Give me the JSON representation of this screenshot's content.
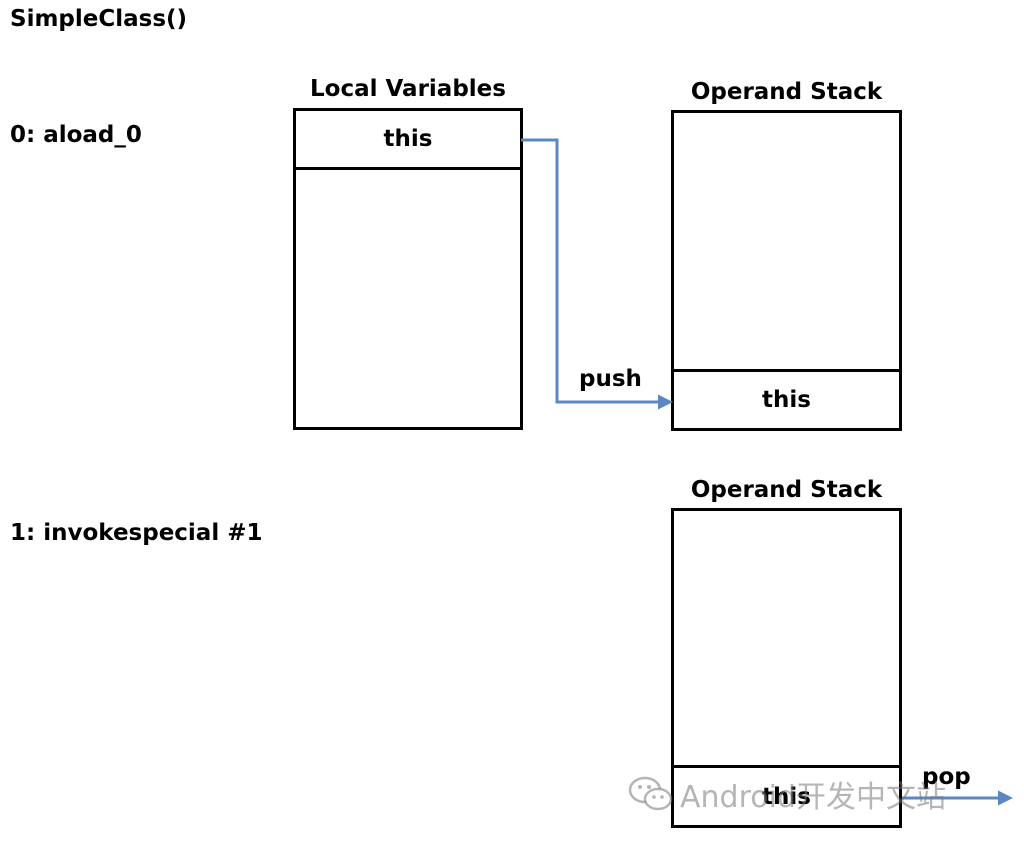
{
  "title": "SimpleClass()",
  "instructions": [
    {
      "label": "0: aload_0"
    },
    {
      "label": "1: invokespecial #1"
    }
  ],
  "step0": {
    "local_variables": {
      "title": "Local Variables",
      "top_cell": "this"
    },
    "operand_stack": {
      "title": "Operand Stack",
      "bottom_cell": "this"
    },
    "arrow_label": "push"
  },
  "step1": {
    "operand_stack": {
      "title": "Operand Stack",
      "bottom_cell": "this"
    },
    "arrow_label": "pop"
  },
  "watermark": {
    "text": "Android开发中文站",
    "icon": "wechat-icon"
  },
  "colors": {
    "arrow": "#5b87c2",
    "border": "#000000"
  }
}
